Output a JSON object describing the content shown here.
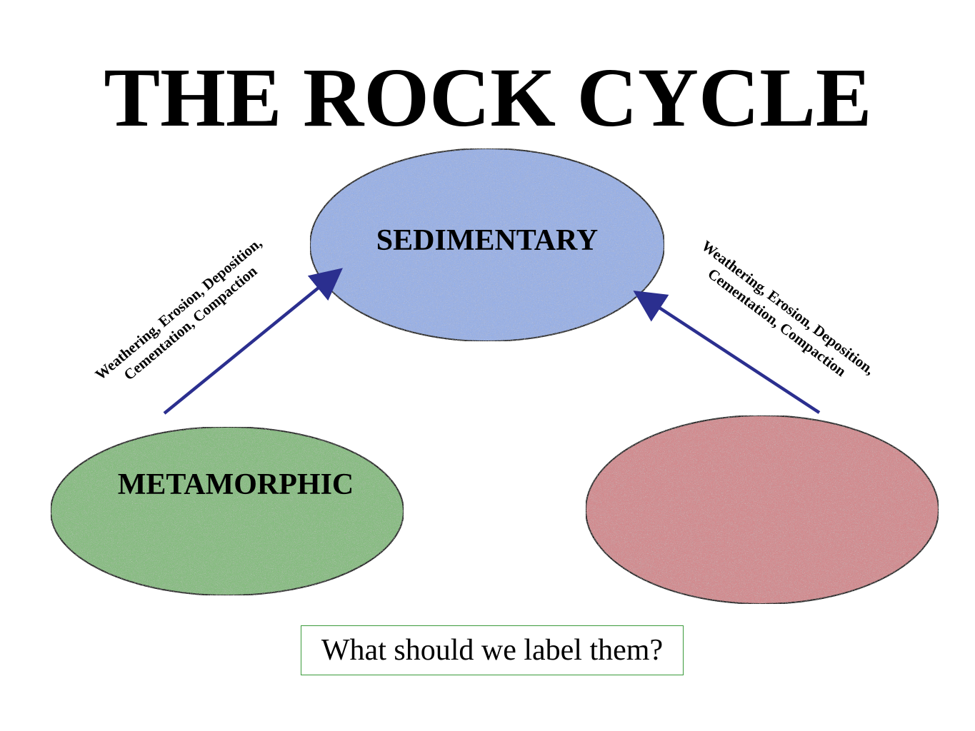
{
  "title": "THE ROCK CYCLE",
  "nodes": {
    "sedimentary": {
      "label": "SEDIMENTARY",
      "color": "#98b0e6"
    },
    "metamorphic": {
      "label": "METAMORPHIC",
      "color": "#86bc80"
    },
    "third": {
      "label": "",
      "color": "#d28a8e"
    }
  },
  "edges": {
    "left": {
      "line1": "Weathering, Erosion, Deposition,",
      "line2": "Cementation, Compaction",
      "color": "#2b2f8f"
    },
    "right": {
      "line1": "Weathering, Erosion, Deposition,",
      "line2": "Cementation, Compaction",
      "color": "#2b2f8f"
    }
  },
  "question": {
    "text": "What should we label them?",
    "border_color": "#3a9a3a"
  }
}
